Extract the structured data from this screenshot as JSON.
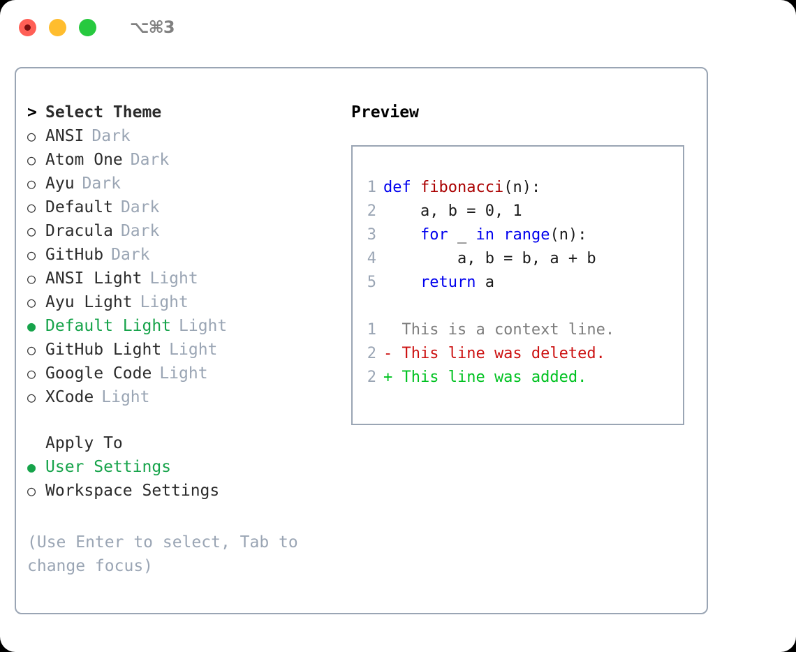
{
  "titlebar": {
    "shortcut": "⌥⌘3",
    "buttons": {
      "close": "close",
      "minimize": "minimize",
      "maximize": "maximize"
    }
  },
  "theme_picker": {
    "header_marker": ">",
    "header": "Select Theme",
    "items": [
      {
        "marker": "○",
        "name": "ANSI",
        "tag": "Dark",
        "selected": false
      },
      {
        "marker": "○",
        "name": "Atom One",
        "tag": "Dark",
        "selected": false
      },
      {
        "marker": "○",
        "name": "Ayu",
        "tag": "Dark",
        "selected": false
      },
      {
        "marker": "○",
        "name": "Default",
        "tag": "Dark",
        "selected": false
      },
      {
        "marker": "○",
        "name": "Dracula",
        "tag": "Dark",
        "selected": false
      },
      {
        "marker": "○",
        "name": "GitHub",
        "tag": "Dark",
        "selected": false
      },
      {
        "marker": "○",
        "name": "ANSI Light",
        "tag": "Light",
        "selected": false
      },
      {
        "marker": "○",
        "name": "Ayu Light",
        "tag": "Light",
        "selected": false
      },
      {
        "marker": "●",
        "name": "Default Light",
        "tag": "Light",
        "selected": true
      },
      {
        "marker": "○",
        "name": "GitHub Light",
        "tag": "Light",
        "selected": false
      },
      {
        "marker": "○",
        "name": "Google Code",
        "tag": "Light",
        "selected": false
      },
      {
        "marker": "○",
        "name": "XCode",
        "tag": "Light",
        "selected": false
      }
    ]
  },
  "apply_to": {
    "label": "Apply To",
    "options": [
      {
        "marker": "●",
        "name": "User Settings",
        "selected": true
      },
      {
        "marker": "○",
        "name": "Workspace Settings",
        "selected": false
      }
    ]
  },
  "hint": "(Use Enter to select, Tab to change focus)",
  "preview": {
    "title": "Preview",
    "code_lines": [
      {
        "no": "1",
        "tokens": [
          {
            "t": "def ",
            "c": "kw"
          },
          {
            "t": "fibonacci",
            "c": "fn"
          },
          {
            "t": "(n):",
            "c": "plain"
          }
        ]
      },
      {
        "no": "2",
        "tokens": [
          {
            "t": "    a, b = 0, 1",
            "c": "plain"
          }
        ]
      },
      {
        "no": "3",
        "tokens": [
          {
            "t": "    ",
            "c": "plain"
          },
          {
            "t": "for",
            "c": "kw"
          },
          {
            "t": " _ ",
            "c": "plain"
          },
          {
            "t": "in",
            "c": "kw"
          },
          {
            "t": " ",
            "c": "plain"
          },
          {
            "t": "range",
            "c": "kw"
          },
          {
            "t": "(n):",
            "c": "plain"
          }
        ]
      },
      {
        "no": "4",
        "tokens": [
          {
            "t": "        a, b = b, a + b",
            "c": "plain"
          }
        ]
      },
      {
        "no": "5",
        "tokens": [
          {
            "t": "    ",
            "c": "plain"
          },
          {
            "t": "return",
            "c": "kw"
          },
          {
            "t": " a",
            "c": "plain"
          }
        ]
      }
    ],
    "diff_lines": [
      {
        "no": "1",
        "text": "  This is a context line.",
        "kind": "diff-ctx"
      },
      {
        "no": "2",
        "text": "- This line was deleted.",
        "kind": "diff-del"
      },
      {
        "no": "2",
        "text": "+ This line was added.",
        "kind": "diff-add"
      }
    ]
  },
  "colors": {
    "accent_green": "#16a34a",
    "muted": "#9aa5b4",
    "keyword_blue": "#0000ee",
    "function_red": "#aa0000",
    "diff_add": "#00c221",
    "diff_del": "#cc1111",
    "border": "#9aa5b4"
  }
}
